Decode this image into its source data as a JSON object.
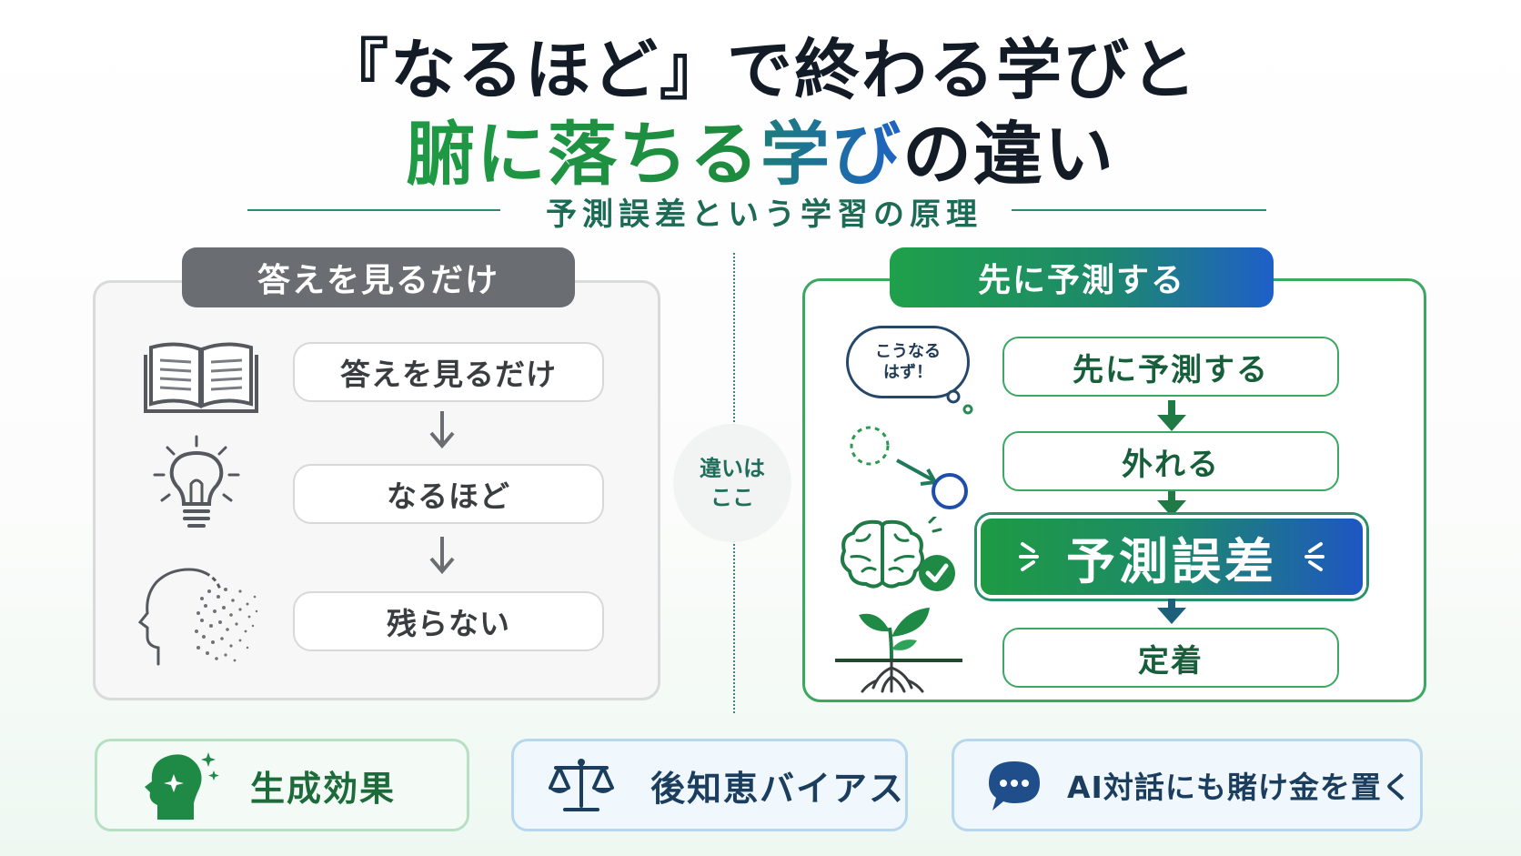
{
  "title": {
    "line1": "『なるほど』で終わる学びと",
    "line2_part1": "腑に落ちる",
    "line2_part2": "学び",
    "line2_part3": "の違い"
  },
  "subtitle": "予測誤差という学習の原理",
  "left": {
    "tab": "答えを見るだけ",
    "steps": [
      "答えを見るだけ",
      "なるほど",
      "残らない"
    ],
    "icons": [
      "open-book-icon",
      "lightbulb-icon",
      "fading-head-icon"
    ]
  },
  "divider": {
    "line1": "違いは",
    "line2": "ここ"
  },
  "right": {
    "tab": "先に予測する",
    "bubble_line1": "こうなる",
    "bubble_line2": "はず！",
    "steps": [
      "先に予測する",
      "外れる",
      "予測誤差",
      "定着"
    ],
    "icons": [
      "thought-bubble-icon",
      "missed-target-icon",
      "brain-check-icon",
      "sprout-icon"
    ]
  },
  "cards": [
    {
      "label": "生成効果",
      "icon": "sparkle-head-icon"
    },
    {
      "label": "後知恵バイアス",
      "icon": "balance-scale-icon"
    },
    {
      "label": "AI対話にも賭け金を置く",
      "icon": "chat-bubble-icon"
    }
  ],
  "colors": {
    "green": "#1f9a45",
    "blue": "#1e5fc8",
    "gray_tab": "#6a6d71",
    "dark_text": "#131c26"
  }
}
